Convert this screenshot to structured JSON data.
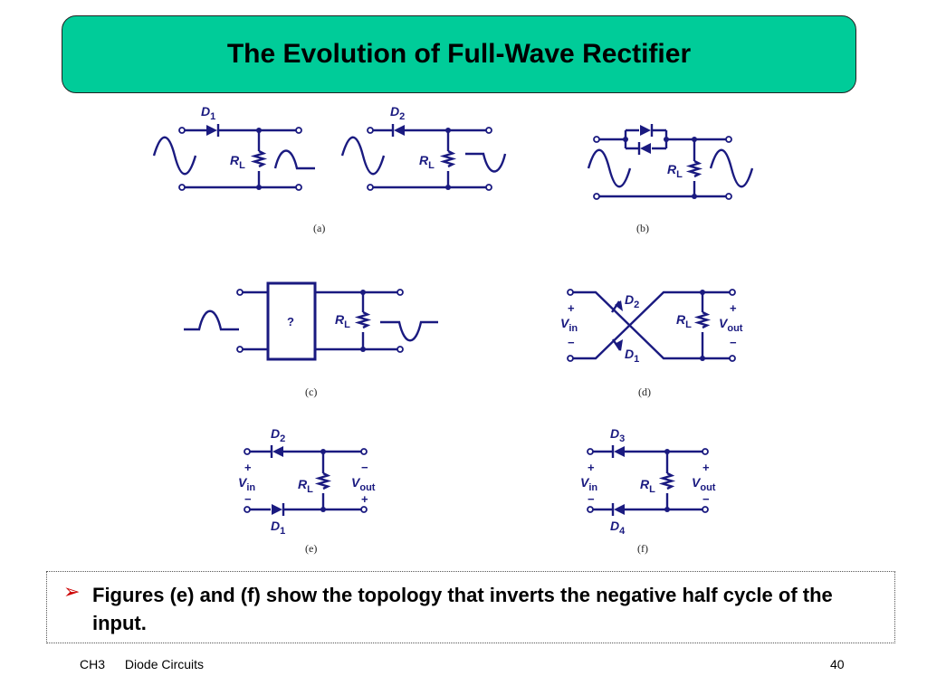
{
  "title": "The Evolution of Full-Wave Rectifier",
  "labels": {
    "D": "D",
    "R": "R",
    "V": "V",
    "sub_1": "1",
    "sub_2": "2",
    "sub_3": "3",
    "sub_4": "4",
    "sub_L": "L",
    "sub_in": "in",
    "sub_out": "out",
    "plus": "+",
    "minus": "−",
    "question": "?"
  },
  "captions": [
    "(a)",
    "(b)",
    "(c)",
    "(d)",
    "(e)",
    "(f)"
  ],
  "bullet": "Figures (e) and (f) show the topology that inverts the negative half cycle of the input.",
  "footer": {
    "chapter": "CH3",
    "subject": "Diode Circuits",
    "page": "40"
  },
  "colors": {
    "title_bg": "#00cc99",
    "circuit": "#1a1a80",
    "bullet_arrow": "#cc0000"
  }
}
